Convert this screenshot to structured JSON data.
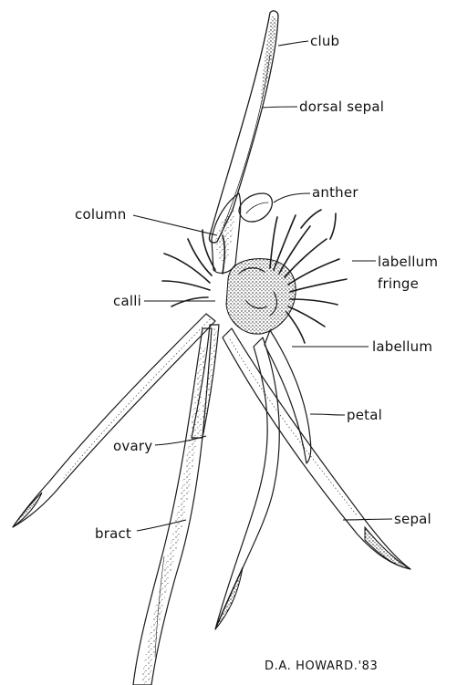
{
  "labels": {
    "club": "club",
    "dorsal_sepal": "dorsal sepal",
    "anther": "anther",
    "column": "column",
    "labellum_fringe_line1": "labellum",
    "labellum_fringe_line2": "fringe",
    "calli": "calli",
    "labellum": "labellum",
    "petal": "petal",
    "ovary": "ovary",
    "sepal": "sepal",
    "bract": "bract"
  },
  "signature": "D.A. HOWARD.'83"
}
